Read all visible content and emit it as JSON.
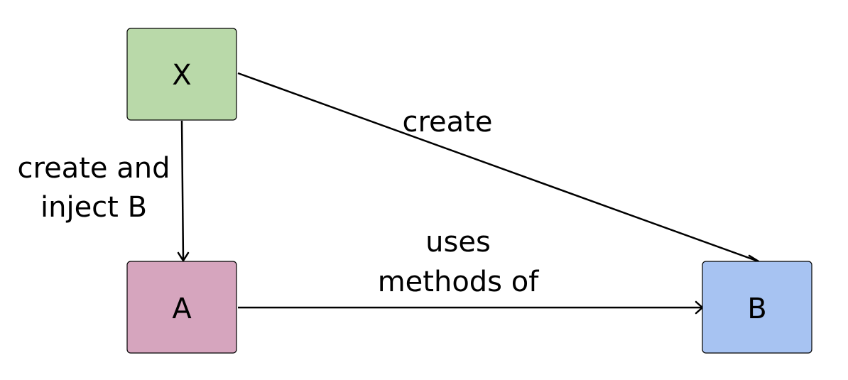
{
  "nodes": {
    "x": {
      "label": "X",
      "fill": "#b9d9a9"
    },
    "a": {
      "label": "A",
      "fill": "#d6a5be"
    },
    "b": {
      "label": "B",
      "fill": "#a7c3f2"
    }
  },
  "edges": {
    "x_to_a": {
      "label_line1": "create and",
      "label_line2": "inject B"
    },
    "x_to_b": {
      "label": "create"
    },
    "a_to_b": {
      "label_line1": "uses",
      "label_line2": "methods of"
    }
  },
  "colors": {
    "stroke": "#000000",
    "background": "#ffffff"
  }
}
